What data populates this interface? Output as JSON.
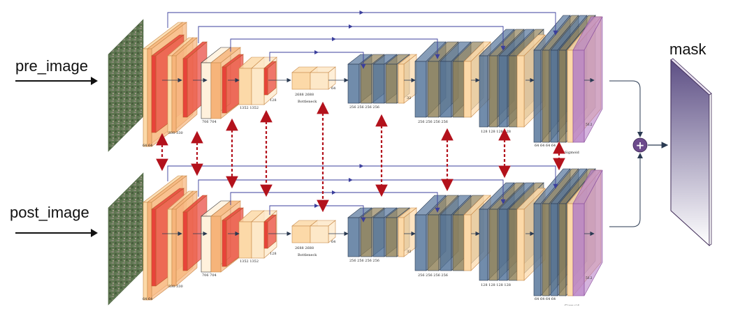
{
  "inputs": {
    "pre_label": "pre_image",
    "post_label": "post_image"
  },
  "output": {
    "label": "mask",
    "fusion_symbol": "+"
  },
  "colors": {
    "conv": "#fcd9a8",
    "pool": "#e8433a",
    "encoder_edge": "#b85a2a",
    "decoder_blue": "#4e6f96",
    "decoder_olive": "#8b7a4f",
    "softmax": "#b882c7",
    "skip": "#3b3f9c",
    "siamese": "#b3121c",
    "fusion": "#6c4a8c",
    "mask_top": "#6a5a8c",
    "mask_bottom": "#ffffff"
  },
  "branch": {
    "channel_labels": {
      "enc1": [
        "64",
        "64"
      ],
      "enc2": [
        "330",
        "330"
      ],
      "enc3": [
        "706",
        "704"
      ],
      "enc4": [
        "1352",
        "1352"
      ],
      "enc4_side": "128",
      "bottleneck": [
        "2688",
        "2688"
      ],
      "bottleneck_side": "64",
      "dec1": [
        "256",
        "256",
        "256",
        "256"
      ],
      "dec1_side": "32",
      "dec2": [
        "256",
        "256",
        "256",
        "256"
      ],
      "dec3": [
        "128",
        "128",
        "128",
        "128"
      ],
      "dec4": [
        "64",
        "64",
        "64",
        "64"
      ],
      "final_side": "512"
    },
    "bottleneck_caption": "Bottleneck",
    "head_caption": "Sigmoid"
  },
  "icons": {
    "satellite": "satellite-image-icon",
    "fusion": "plus-circle-icon"
  }
}
